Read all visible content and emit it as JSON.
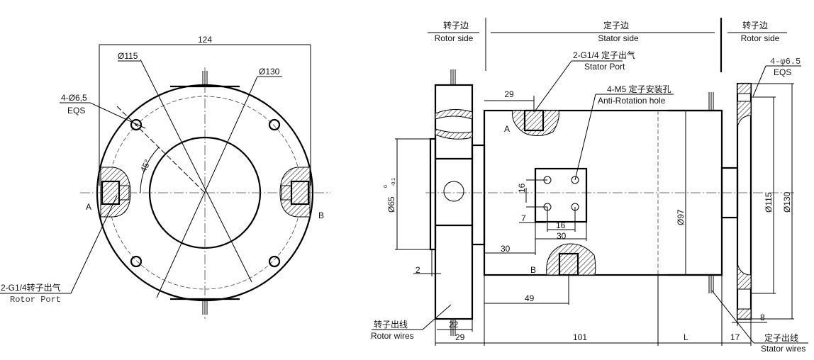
{
  "front_view": {
    "width_dim": "124",
    "dia_115": "Ø115",
    "dia_130": "Ø130",
    "holes": "4-Ø6,5",
    "holes_eqs": "EQS",
    "angle": "45°",
    "port_a": "A",
    "port_b": "B",
    "rotor_port_cn": "2-G1/4转子出气",
    "rotor_port_en": "Rotor Port"
  },
  "side_view": {
    "rotor_side_cn": "转子边",
    "rotor_side_en": "Rotor side",
    "stator_side_cn": "定子边",
    "stator_side_en": "Stator side",
    "rotor_side2_cn": "转子边",
    "rotor_side2_en": "Rotor side",
    "stator_port_cn": "2-G1/4 定子出气",
    "stator_port_en": "Stator Port",
    "anti_rot_cn": "4-M5 定子安装孔",
    "anti_rot_en": "Anti-Rotation hole",
    "holes": "4-φ6.5",
    "holes_eqs": "EQS",
    "port_a": "A",
    "port_b": "B",
    "dim_29_top": "29",
    "dim_16_v": "16",
    "dim_16_h": "16",
    "dim_7": "7",
    "dim_30_a": "30",
    "dim_30_b": "30",
    "dim_49": "49",
    "dim_2": "2",
    "dim_22": "22",
    "dim_29": "29",
    "dim_101": "101",
    "dim_L": "L",
    "dim_17": "17",
    "dim_8": "8",
    "dia_65": "Ø65",
    "dia_65_tol_upper": "0",
    "dia_65_tol_lower": "-0.1",
    "dia_97": "Ø97",
    "dia_115": "Ø115",
    "dia_130": "Ø130",
    "rotor_wires_cn": "转子出线",
    "rotor_wires_en": "Rotor wires",
    "stator_wires_cn": "定子出线",
    "stator_wires_en": "Stator wires"
  }
}
